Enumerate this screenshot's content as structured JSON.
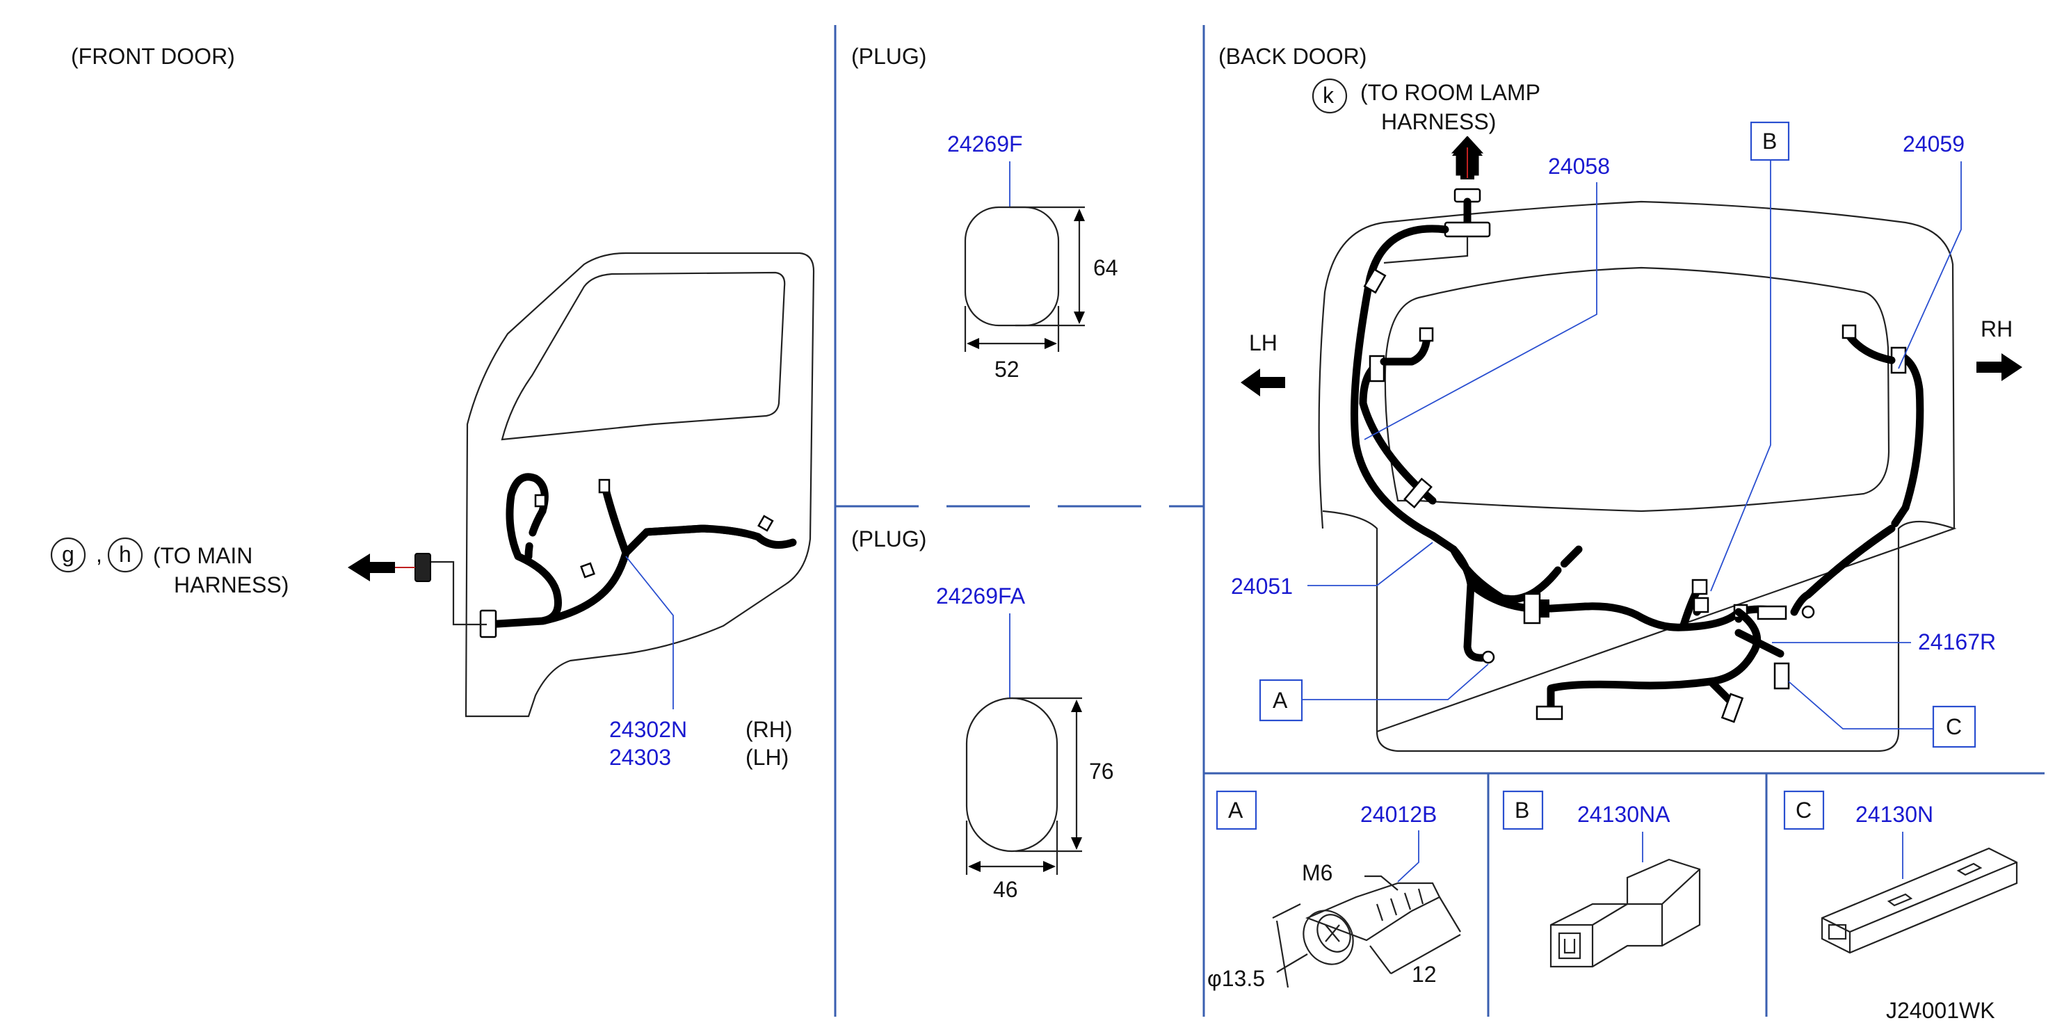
{
  "sections": {
    "front_door": "(FRONT   DOOR)",
    "plug_top": "(PLUG)",
    "plug_bottom": "(PLUG)",
    "back_door": "(BACK   DOOR)"
  },
  "front_door": {
    "callout_g": "g",
    "callout_h": "h",
    "main_harness_line1": "(TO   MAIN",
    "main_harness_line2": "HARNESS)",
    "part_rh": "24302N",
    "part_lh": "24303",
    "rh": "(RH)",
    "lh": "(LH)"
  },
  "plug_top": {
    "part": "24269F",
    "height": "64",
    "width": "52"
  },
  "plug_bottom": {
    "part": "24269FA",
    "height": "76",
    "width": "46"
  },
  "back_door": {
    "callout_k": "k",
    "room_lamp_line1": "(TO   ROOM   LAMP",
    "room_lamp_line2": "HARNESS)",
    "part_24058": "24058",
    "part_24059": "24059",
    "part_24051": "24051",
    "part_24167R": "24167R",
    "box_a": "A",
    "box_b": "B",
    "box_c": "C",
    "lh": "LH",
    "rh": "RH"
  },
  "detail_a": {
    "label": "A",
    "part": "24012B",
    "thread": "M6",
    "diameter": "φ13.5",
    "length": "12"
  },
  "detail_b": {
    "label": "B",
    "part": "24130NA"
  },
  "detail_c": {
    "label": "C",
    "part": "24130N"
  },
  "drawing_code": "J24001WK",
  "colors": {
    "part_number": "#1a1ad0",
    "leader_line": "#2a4fd0",
    "separator": "#3a5fb0",
    "harness": "#000000"
  },
  "icons": [
    "arrow-left-icon",
    "arrow-right-icon",
    "arrow-up-icon"
  ]
}
